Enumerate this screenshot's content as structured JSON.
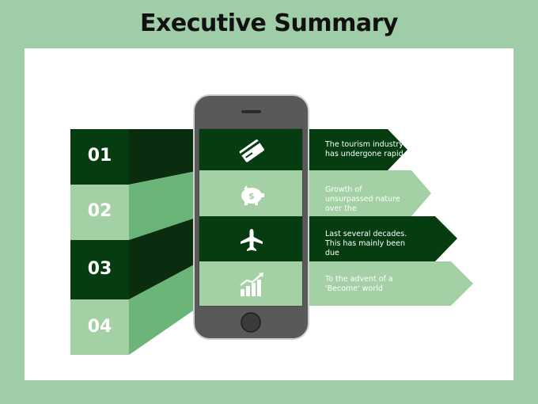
{
  "title": "Executive Summary",
  "colors": {
    "background": "#9fcda8",
    "dark_green": "#053d10",
    "light_green": "#a3d0a5",
    "side_dark": "#0a2c0f",
    "side_light": "#6ab577",
    "phone_body": "#595959"
  },
  "steps": [
    {
      "number": "01",
      "text": "The tourism industry has undergone rapid",
      "icon": "credit-card-icon"
    },
    {
      "number": "02",
      "text": "Growth of unsurpassed nature over the",
      "icon": "piggy-bank-icon"
    },
    {
      "number": "03",
      "text": "Last several decades. This has mainly been due",
      "icon": "airplane-icon"
    },
    {
      "number": "04",
      "text": "To the advent of a 'Become' world",
      "icon": "growth-chart-icon"
    }
  ]
}
